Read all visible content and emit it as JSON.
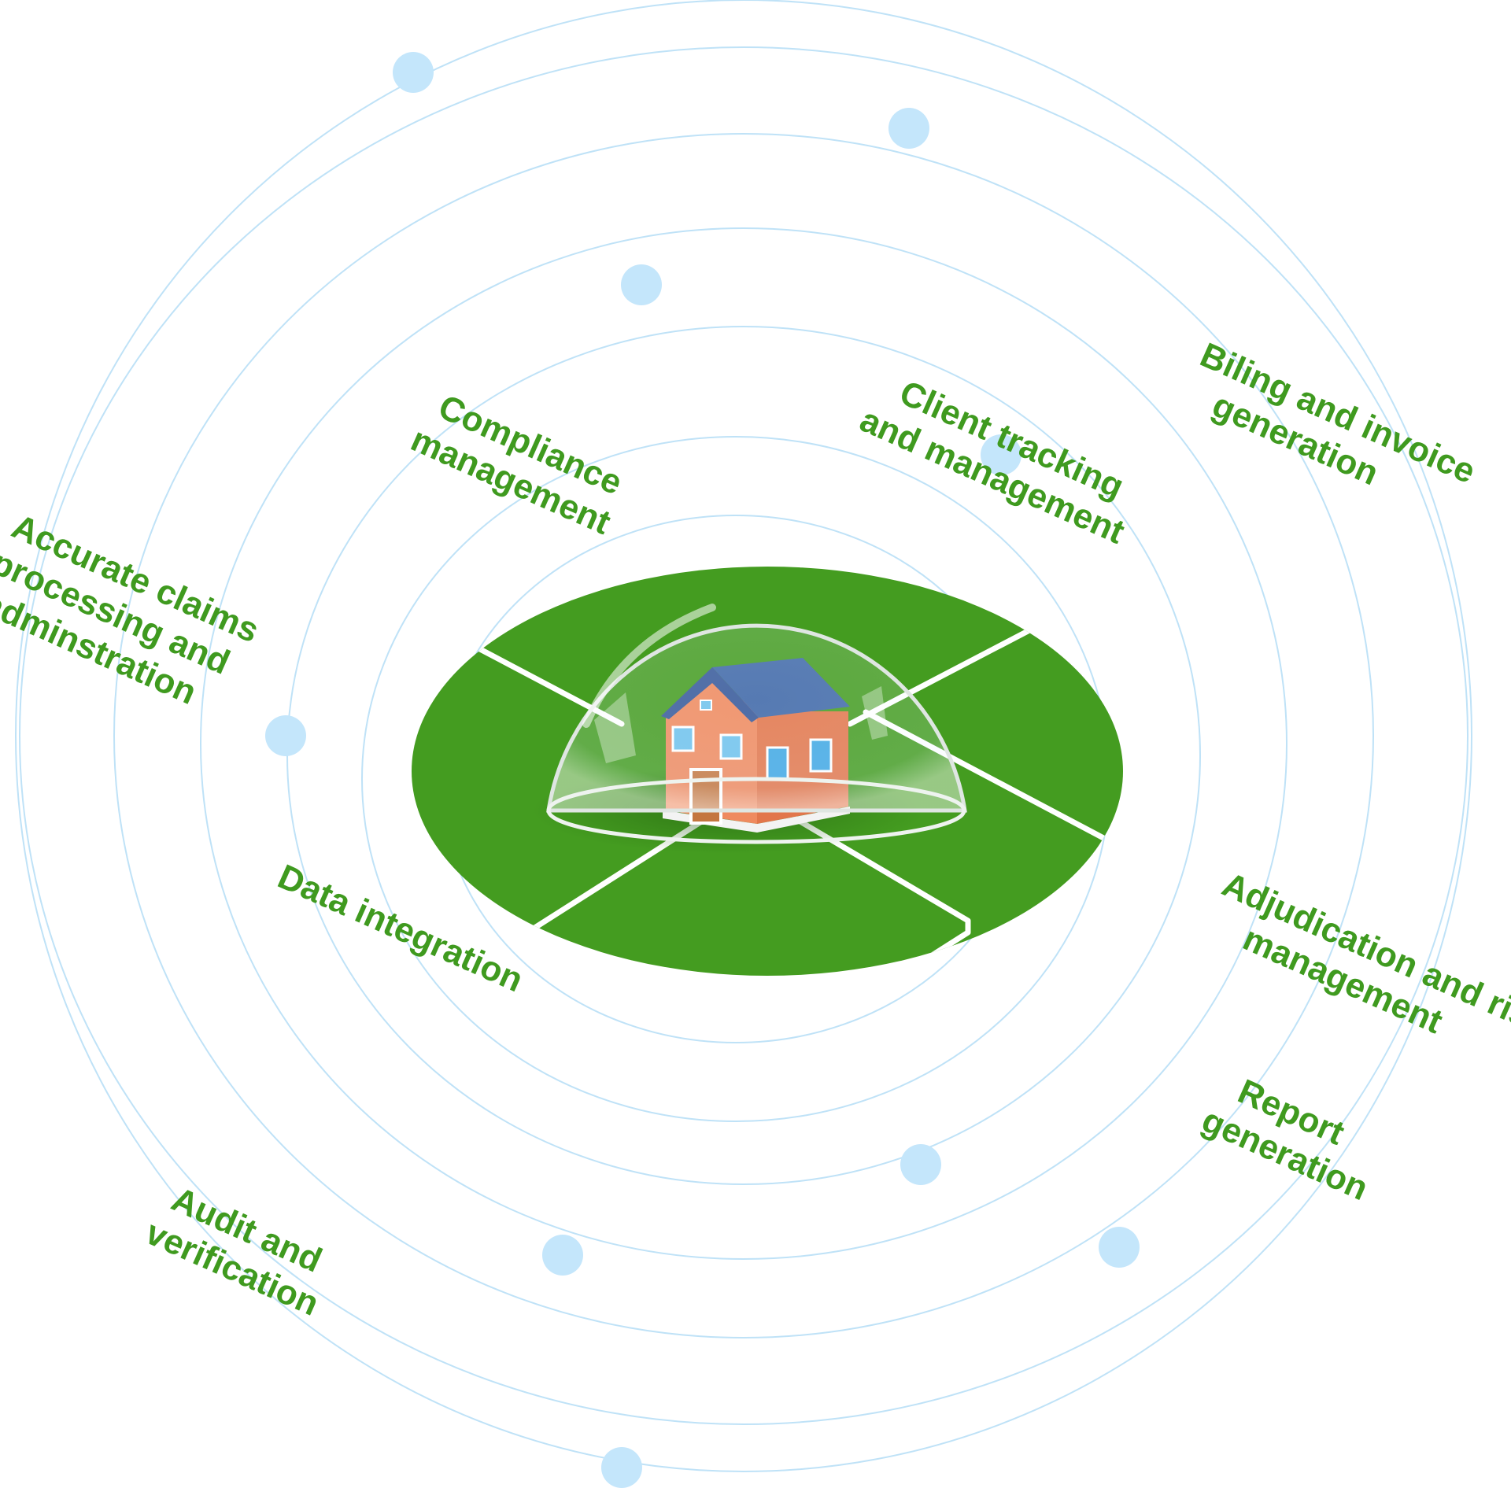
{
  "diagram": {
    "colors": {
      "ring": "#bfe2f7",
      "node": "#c4e6fb",
      "label": "#3f9a1f",
      "field": "#449c20",
      "roof": "#3f68a8",
      "wall": "#f08c63"
    },
    "center_icon": "house-under-glass-dome-icon",
    "labels": {
      "billing": [
        "Biling and invoice",
        "generation"
      ],
      "client": [
        "Client tracking",
        "and management"
      ],
      "compliance": [
        "Compliance",
        "management"
      ],
      "claims": [
        "Accurate claims",
        "processing and",
        "adminstration"
      ],
      "data": [
        "Data integration"
      ],
      "adjudication": [
        "Adjudication and risk",
        "management"
      ],
      "report": [
        "Report",
        "generation"
      ],
      "audit": [
        "Audit and",
        "verification"
      ]
    }
  }
}
